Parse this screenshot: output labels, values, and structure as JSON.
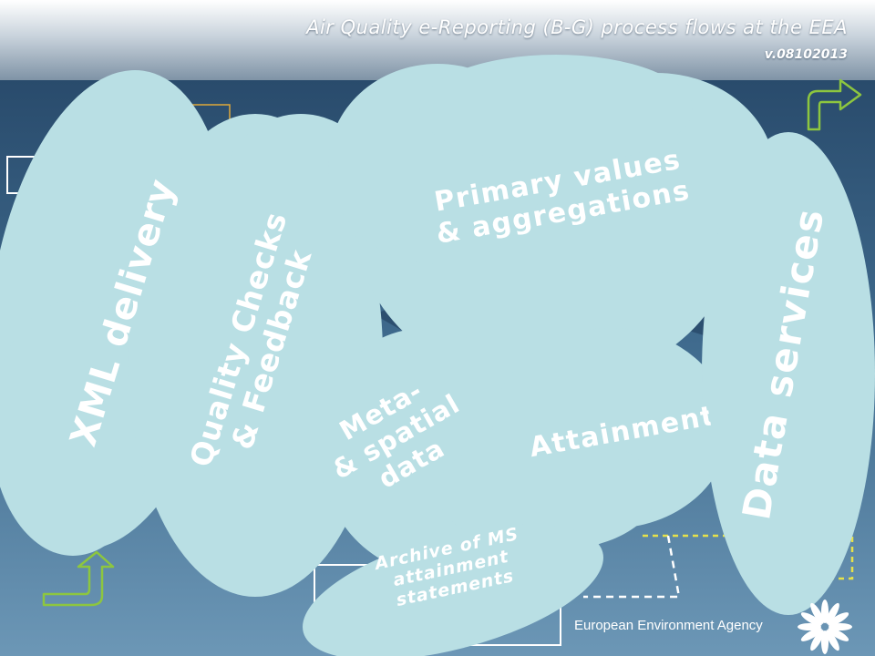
{
  "header": {
    "title": "Air Quality e-Reporting (B-G) process flows at the EEA",
    "version": "v.08102013"
  },
  "clouds": {
    "xml_delivery": "XML delivery",
    "quality_checks": [
      "Quality Checks",
      "& Feedback"
    ],
    "primary_values": [
      "Primary values",
      "& aggregations"
    ],
    "meta_spatial": [
      "Meta-",
      "& spatial",
      "data"
    ],
    "attainment": "Attainment",
    "data_services": "Data services",
    "archive": [
      "Archive of MS",
      "attainment",
      "statements"
    ]
  },
  "footer": {
    "agency": "European Environment Agency"
  },
  "colors": {
    "cloud": "#b9dfe4",
    "arrow": "#8dc63f",
    "dashed_yellow": "#e6e14a"
  }
}
